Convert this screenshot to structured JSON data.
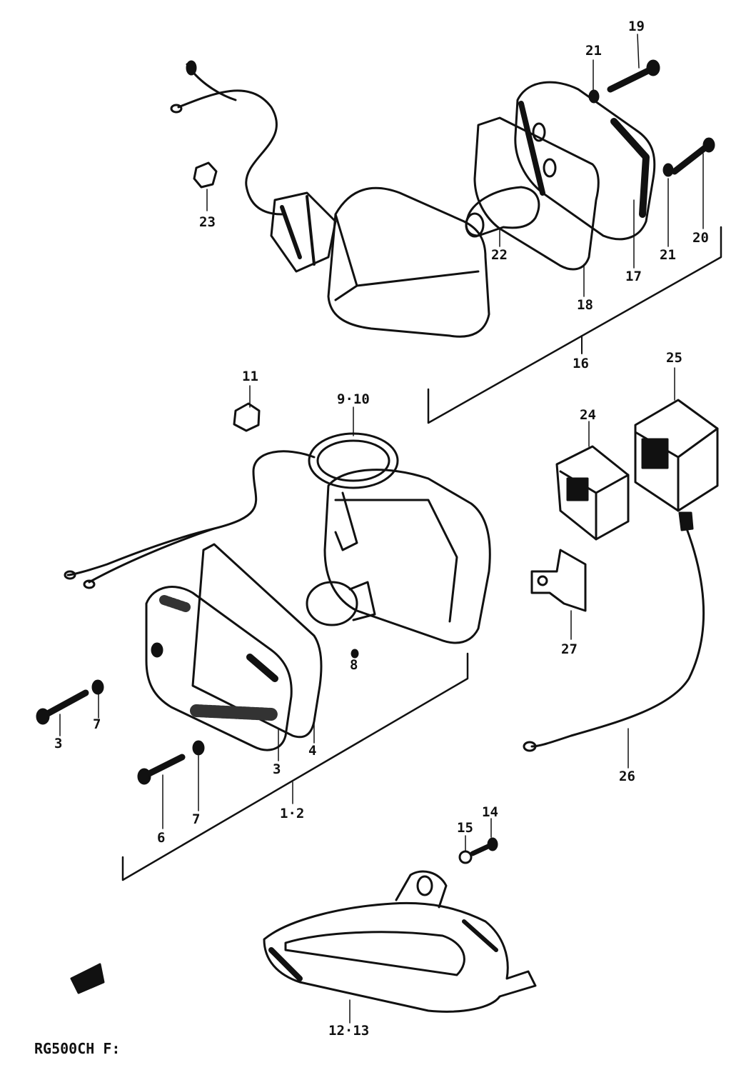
{
  "diagram": {
    "code": "RG500CH F:",
    "part_labels": {
      "p1_2": "1·2",
      "p3a": "3",
      "p3b": "3",
      "p4": "4",
      "p6": "6",
      "p7a": "7",
      "p7b": "7",
      "p8": "8",
      "p9_10": "9·10",
      "p11": "11",
      "p12_13": "12·13",
      "p14": "14",
      "p15": "15",
      "p16": "16",
      "p17": "17",
      "p18": "18",
      "p19": "19",
      "p20": "20",
      "p21a": "21",
      "p21b": "21",
      "p22": "22",
      "p23": "23",
      "p24": "24",
      "p25": "25",
      "p26": "26",
      "p27": "27"
    }
  }
}
